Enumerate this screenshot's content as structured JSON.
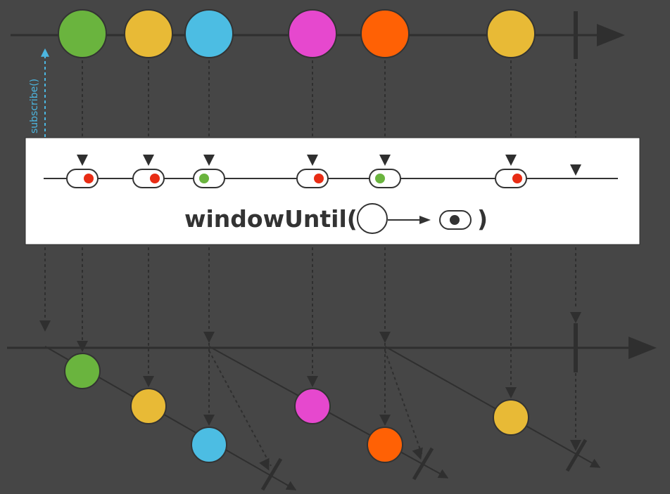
{
  "diagram": {
    "operator_label": "windowUntil(",
    "operator_close": ")",
    "subscribe_label": "subscribe()",
    "source_items": [
      {
        "color": "#6ab43e",
        "signal": "red"
      },
      {
        "color": "#e8ba36",
        "signal": "red"
      },
      {
        "color": "#4cbde3",
        "signal": "green"
      },
      {
        "color": "#e648ce",
        "signal": "red"
      },
      {
        "color": "#ff6105",
        "signal": "green"
      },
      {
        "color": "#e8ba36",
        "signal": "red"
      }
    ],
    "colors": {
      "background": "#464646",
      "line": "#2f2f2f",
      "operator_box": "#ffffff",
      "signal_red": "#e82c14",
      "signal_green": "#6ab43e",
      "subscribe": "#4cb6e0"
    }
  }
}
